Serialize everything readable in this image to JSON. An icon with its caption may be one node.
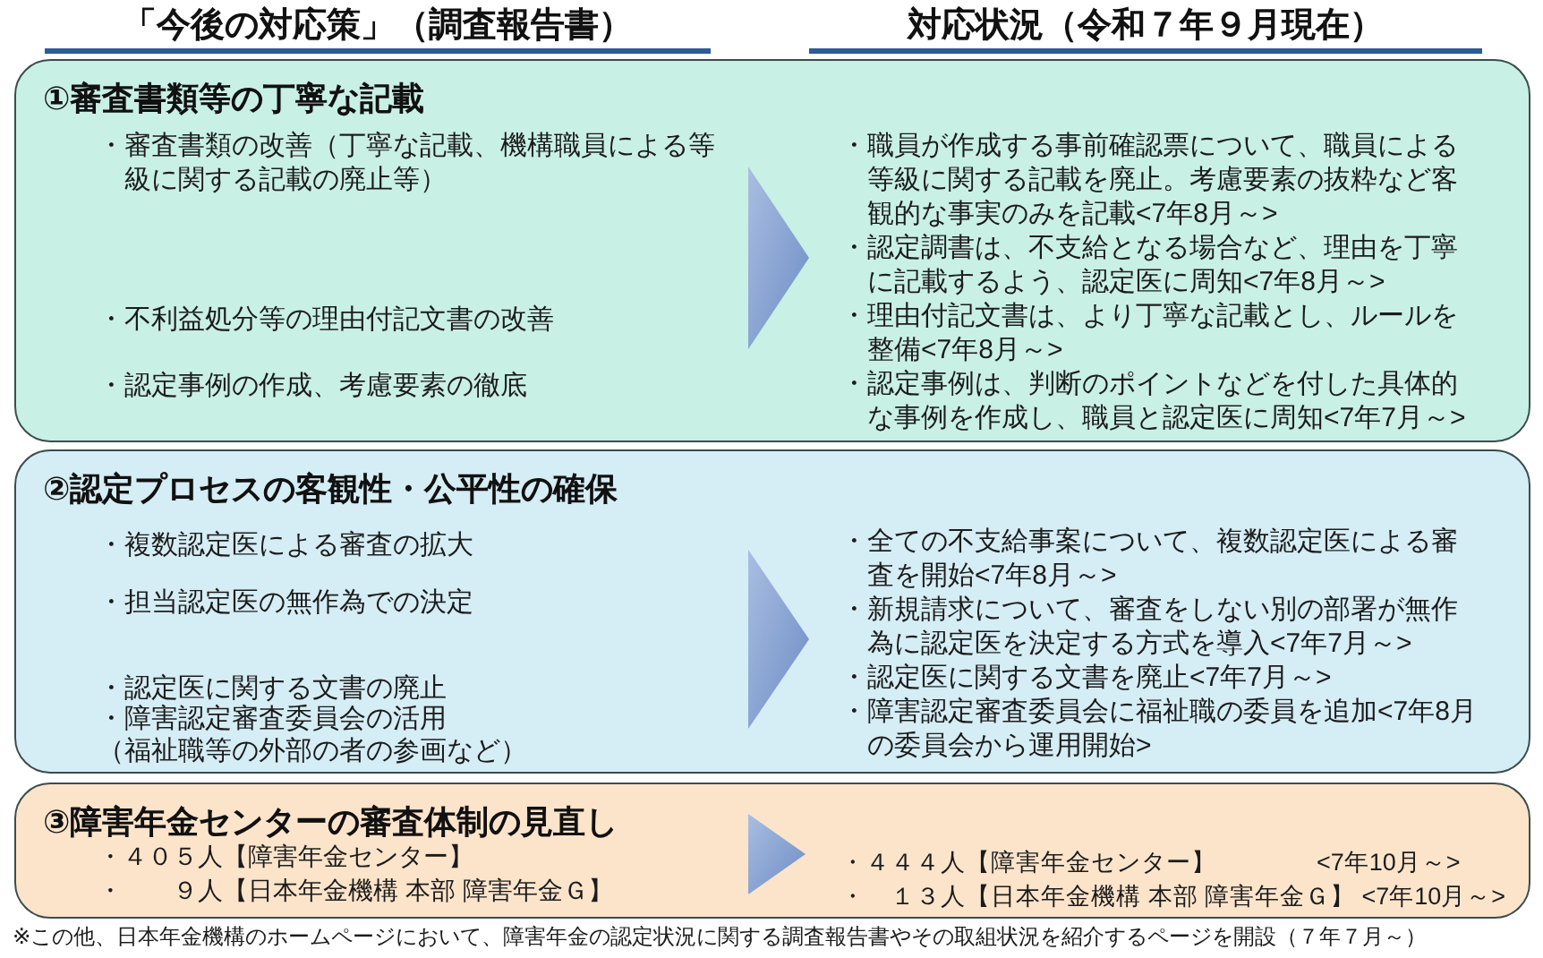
{
  "diagram": {
    "nodes": [
      {
        "text": [
          "①審査書類等の丁寧な記載"
        ]
      },
      {
        "text": [
          "・審査書類の改善（丁寧な記載、機構職員による等級に関する記載の廃止等）",
          "・不利益処分等の理由付記文書の改善",
          "・認定事例の作成、考慮要素の徹底"
        ],
        "in": 0
      },
      {
        "text": [
          "・職員が作成する事前確認票について、職員による等級に関する記載を廃止。考慮要素の抜粋など客観的な事実のみを記載<7年8月～>",
          "・認定調書は、不支給となる場合など、理由を丁寧に記載するよう、認定医に周知<7年8月～>",
          "・理由付記文書は、より丁寧な記載とし、ルールを整備<7年8月～>",
          "・認定事例は、判断のポイントなどを付した具体的な事例を作成し、職員と認定医に周知<7年7月～>"
        ],
        "in": 0
      },
      {
        "text": [
          "②認定プロセスの客観性・公平性の確保"
        ]
      },
      {
        "text": [
          "・複数認定医による審査の拡大",
          "・担当認定医の無作為での決定",
          "・認定医に関する文書の廃止",
          "・障害認定審査委員会の活用",
          "（福祉職等の外部の者の参画など）"
        ],
        "in": 3
      },
      {
        "text": [
          "・全ての不支給事案について、複数認定医による審査を開始<7年8月～>",
          "・新規請求について、審査をしない別の部署が無作為に認定医を決定する方式を導入<7年7月～>",
          "・認定医に関する文書を廃止<7年7月～>",
          "・障害認定審査委員会に福祉職の委員を追加<7年8月の委員会から運用開始>"
        ],
        "in": 3
      },
      {
        "text": [
          "③障害年金センターの審査体制の見直し"
        ]
      },
      {
        "text": [
          "・４０５人【障害年金センター】",
          "・　　９人【日本年金機構 本部 障害年金Ｇ】"
        ],
        "in": 6
      },
      {
        "text": [
          "・４４４人【障害年金センター】　　　　<7年10月～>",
          "・　１３人【日本年金機構 本部 障害年金Ｇ】 <7年10月～>"
        ],
        "in": 6
      }
    ],
    "edges": [
      {
        "from": 1,
        "to": 2,
        "arrow": "to"
      },
      {
        "from": null,
        "to": 5,
        "arrow": "to"
      },
      {
        "from": null,
        "to": 8,
        "arrow": "to"
      }
    ],
    "labels": [
      "「今後の対応策」（調査報告書）",
      "対応状況（令和７年９月現在）",
      "※この他、日本年金機構のホームページにおいて、障害年金の認定状況に関する調査報告書やその取組状況を紹介するページを開設（７年７月～）"
    ]
  }
}
